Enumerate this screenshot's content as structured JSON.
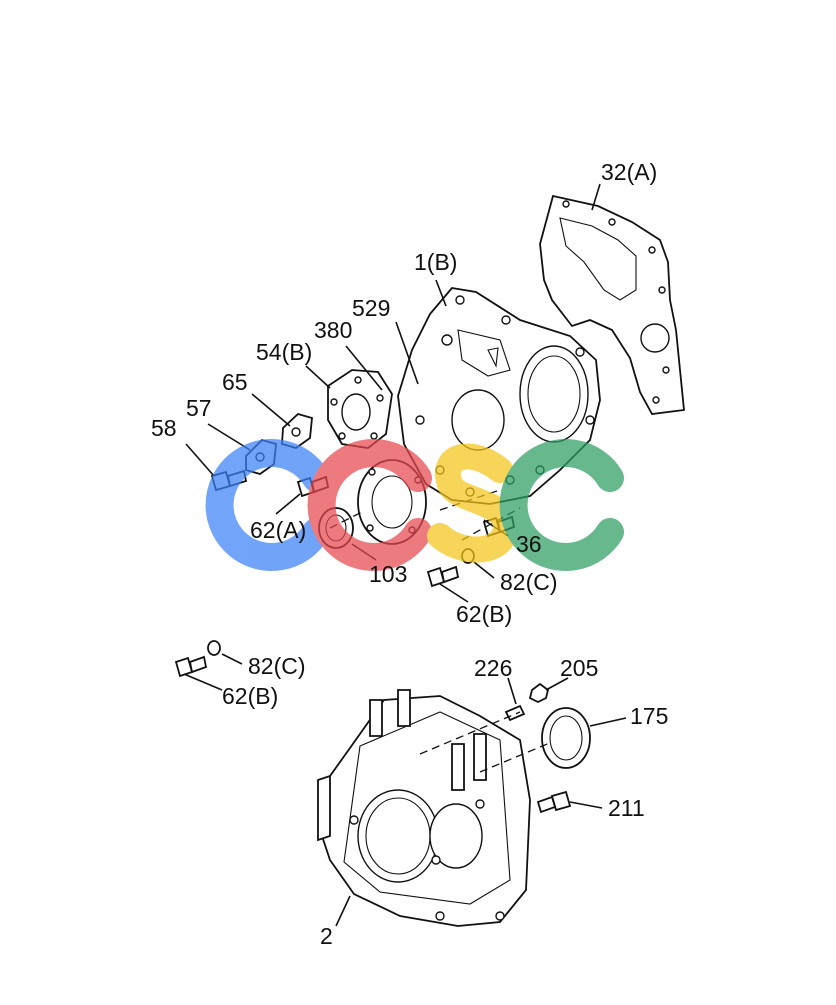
{
  "watermark": {
    "text": "CCSC",
    "colors": [
      "#3b82f6",
      "#e5484d",
      "#f5c518",
      "#2f9e63"
    ]
  },
  "labels": {
    "l_32A": "32(A)",
    "l_1B": "1(B)",
    "l_529": "529",
    "l_380": "380",
    "l_54B": "54(B)",
    "l_65": "65",
    "l_57": "57",
    "l_58": "58",
    "l_62A": "62(A)",
    "l_36": "36",
    "l_103": "103",
    "l_82C_top": "82(C)",
    "l_62B_top": "62(B)",
    "l_82C_bottom": "82(C)",
    "l_62B_bottom": "62(B)",
    "l_226": "226",
    "l_205": "205",
    "l_175": "175",
    "l_211": "211",
    "l_2": "2"
  }
}
